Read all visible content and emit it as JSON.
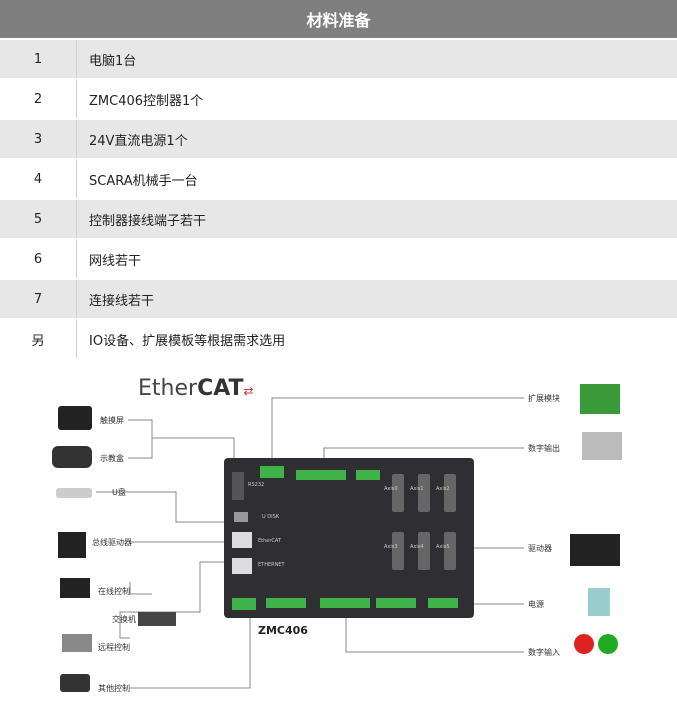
{
  "table": {
    "title": "材料准备",
    "rows": [
      {
        "num": "1",
        "item": "电脑1台"
      },
      {
        "num": "2",
        "item": "ZMC406控制器1个"
      },
      {
        "num": "3",
        "item": "24V直流电源1个"
      },
      {
        "num": "4",
        "item": "SCARA机械手一台"
      },
      {
        "num": "5",
        "item": "控制器接线端子若干"
      },
      {
        "num": "6",
        "item": "网线若干"
      },
      {
        "num": "7",
        "item": "连接线若干"
      },
      {
        "num": "另",
        "item": "IO设备、扩展模板等根据需求选用"
      }
    ]
  },
  "diagram": {
    "brand_ether": "Ether",
    "brand_cat": "CAT",
    "model": "ZMC406",
    "labels": {
      "touch": "触摸屏",
      "pendant": "示教盒",
      "udisk": "U盘",
      "bus_drive": "总线驱动器",
      "online": "在线控制",
      "switch": "交换机",
      "remote": "远程控制",
      "other": "其他控制",
      "expansion": "扩展模块",
      "dout": "数字输出",
      "drive": "驱动器",
      "power": "电源",
      "din": "数字输入"
    },
    "ports": {
      "rs232": "RS232",
      "udisk": "U DISK",
      "ethercat": "EtherCAT",
      "ethernet": "ETHERNET",
      "axis0": "Axis0",
      "axis1": "Axis1",
      "axis2": "Axis2",
      "axis3": "Axis3",
      "axis4": "Axis4",
      "axis5": "Axis5"
    },
    "colors": {
      "board": "#2f2f33",
      "terminal": "#3fb24a",
      "line": "#888888",
      "header": "#7f7f7f"
    }
  }
}
